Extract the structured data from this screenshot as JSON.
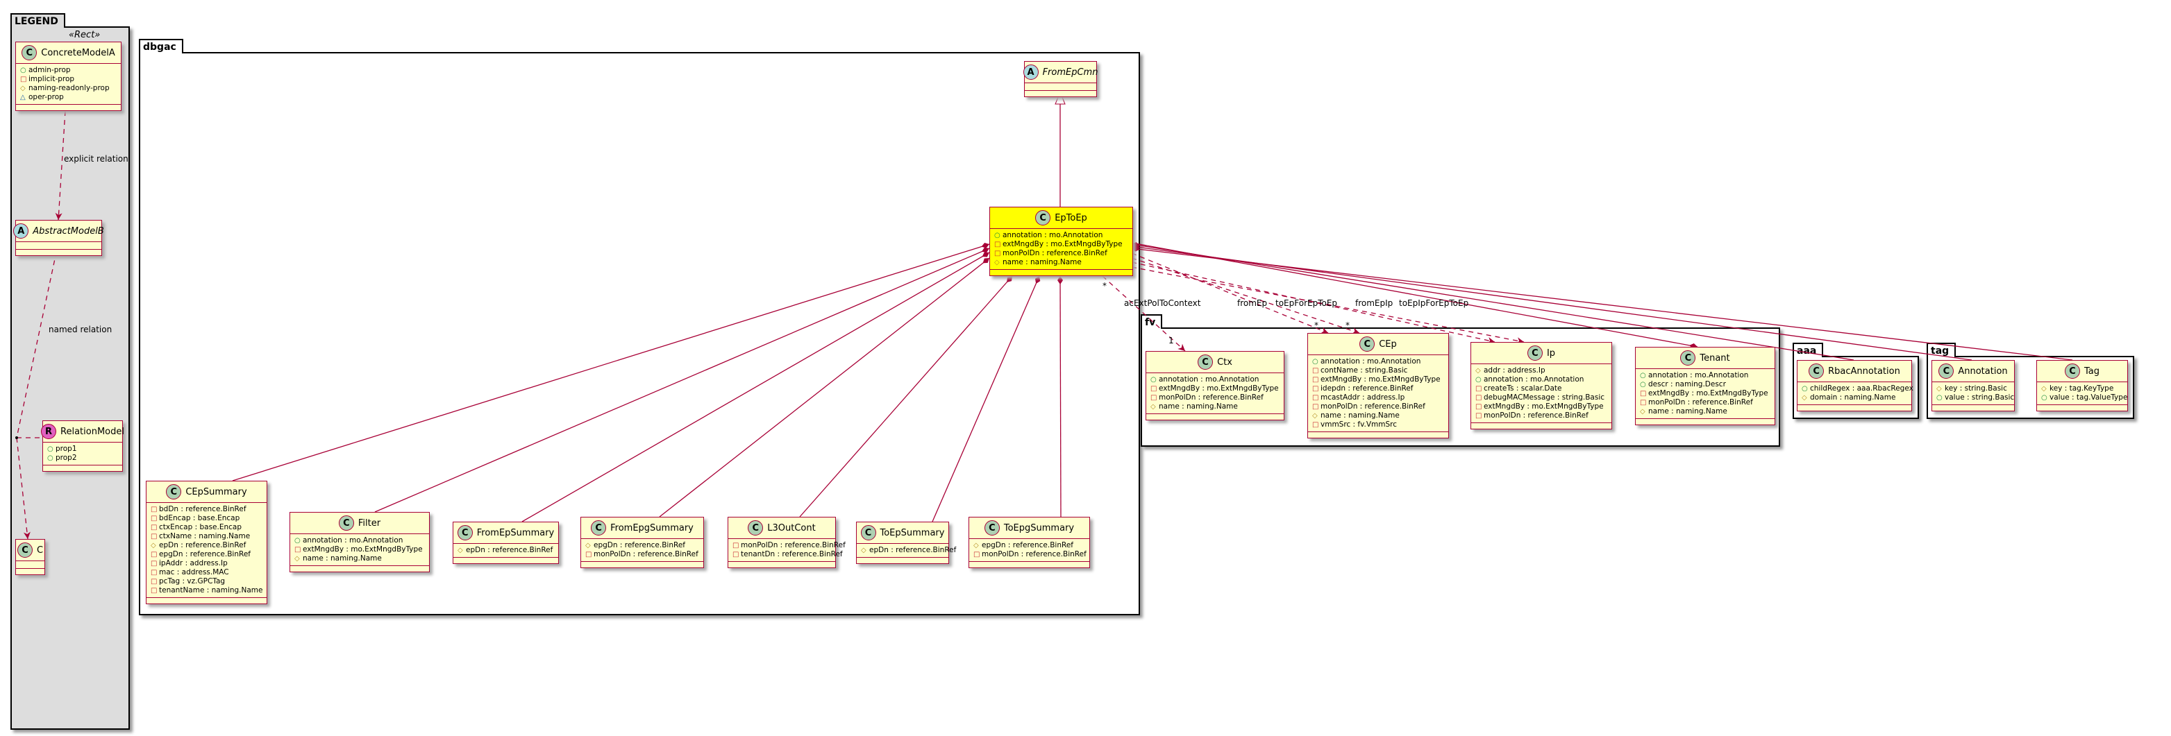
{
  "colors": {
    "class_bg": "#fefece",
    "highlight": "#ffff00",
    "border": "#a80036",
    "legend_bg": "#dddddd"
  },
  "packages": {
    "legend": "LEGEND",
    "dbgac": "dbgac",
    "fv": "fv",
    "aaa": "aaa",
    "tag": "tag"
  },
  "legend": {
    "stereotype": "«Rect»",
    "explicit_relation": "explicit relation",
    "named_relation": "named relation"
  },
  "edge_labels": {
    "ac": "acExtPolToContext",
    "fromEp": "fromEp",
    "toEp": "toEpForEpToEp",
    "fromEpIp": "fromEpIp",
    "toEpIp": "toEpIpForEpToEp",
    "mult_1": "1",
    "mult_star": "*"
  },
  "classes": [
    {
      "id": "concreteA",
      "name": "ConcreteModelA",
      "kind": "C",
      "members": [
        {
          "vis": "+",
          "text": "admin-prop"
        },
        {
          "vis": "-",
          "text": "implicit-prop"
        },
        {
          "vis": "#",
          "text": "naming-readonly-prop"
        },
        {
          "vis": "~",
          "text": "oper-prop"
        }
      ]
    },
    {
      "id": "abstractB",
      "name": "AbstractModelB",
      "kind": "A",
      "members": []
    },
    {
      "id": "relModel",
      "name": "RelationModel",
      "kind": "R",
      "members": [
        {
          "vis": "+",
          "text": "prop1"
        },
        {
          "vis": "+",
          "text": "prop2"
        }
      ]
    },
    {
      "id": "c",
      "name": "C",
      "kind": "C",
      "members": []
    },
    {
      "id": "fromEpCmn",
      "name": "FromEpCmn",
      "kind": "A",
      "members": []
    },
    {
      "id": "epToEp",
      "name": "EpToEp",
      "kind": "C",
      "members": [
        {
          "vis": "+",
          "text": "annotation : mo.Annotation"
        },
        {
          "vis": "-",
          "text": "extMngdBy : mo.ExtMngdByType"
        },
        {
          "vis": "-",
          "text": "monPolDn : reference.BinRef"
        },
        {
          "vis": "#",
          "text": "name : naming.Name"
        }
      ]
    },
    {
      "id": "cEpSummary",
      "name": "CEpSummary",
      "kind": "C",
      "members": [
        {
          "vis": "-",
          "text": "bdDn : reference.BinRef"
        },
        {
          "vis": "-",
          "text": "bdEncap : base.Encap"
        },
        {
          "vis": "-",
          "text": "ctxEncap : base.Encap"
        },
        {
          "vis": "-",
          "text": "ctxName : naming.Name"
        },
        {
          "vis": "#",
          "text": "epDn : reference.BinRef"
        },
        {
          "vis": "-",
          "text": "epgDn : reference.BinRef"
        },
        {
          "vis": "-",
          "text": "ipAddr : address.Ip"
        },
        {
          "vis": "-",
          "text": "mac : address.MAC"
        },
        {
          "vis": "-",
          "text": "pcTag : vz.GPCTag"
        },
        {
          "vis": "-",
          "text": "tenantName : naming.Name"
        }
      ]
    },
    {
      "id": "filter",
      "name": "Filter",
      "kind": "C",
      "members": [
        {
          "vis": "+",
          "text": "annotation : mo.Annotation"
        },
        {
          "vis": "-",
          "text": "extMngdBy : mo.ExtMngdByType"
        },
        {
          "vis": "#",
          "text": "name : naming.Name"
        }
      ]
    },
    {
      "id": "fromEpSummary",
      "name": "FromEpSummary",
      "kind": "C",
      "members": [
        {
          "vis": "#",
          "text": "epDn : reference.BinRef"
        }
      ]
    },
    {
      "id": "fromEpgSummary",
      "name": "FromEpgSummary",
      "kind": "C",
      "members": [
        {
          "vis": "#",
          "text": "epgDn : reference.BinRef"
        },
        {
          "vis": "-",
          "text": "monPolDn : reference.BinRef"
        }
      ]
    },
    {
      "id": "l3OutCont",
      "name": "L3OutCont",
      "kind": "C",
      "members": [
        {
          "vis": "-",
          "text": "monPolDn : reference.BinRef"
        },
        {
          "vis": "-",
          "text": "tenantDn : reference.BinRef"
        }
      ]
    },
    {
      "id": "toEpSummary",
      "name": "ToEpSummary",
      "kind": "C",
      "members": [
        {
          "vis": "#",
          "text": "epDn : reference.BinRef"
        }
      ]
    },
    {
      "id": "toEpgSummary",
      "name": "ToEpgSummary",
      "kind": "C",
      "members": [
        {
          "vis": "#",
          "text": "epgDn : reference.BinRef"
        },
        {
          "vis": "-",
          "text": "monPolDn : reference.BinRef"
        }
      ]
    },
    {
      "id": "ctx",
      "name": "Ctx",
      "kind": "C",
      "members": [
        {
          "vis": "+",
          "text": "annotation : mo.Annotation"
        },
        {
          "vis": "-",
          "text": "extMngdBy : mo.ExtMngdByType"
        },
        {
          "vis": "-",
          "text": "monPolDn : reference.BinRef"
        },
        {
          "vis": "#",
          "text": "name : naming.Name"
        }
      ]
    },
    {
      "id": "cEp",
      "name": "CEp",
      "kind": "C",
      "members": [
        {
          "vis": "+",
          "text": "annotation : mo.Annotation"
        },
        {
          "vis": "-",
          "text": "contName : string.Basic"
        },
        {
          "vis": "-",
          "text": "extMngdBy : mo.ExtMngdByType"
        },
        {
          "vis": "-",
          "text": "idepdn : reference.BinRef"
        },
        {
          "vis": "-",
          "text": "mcastAddr : address.Ip"
        },
        {
          "vis": "-",
          "text": "monPolDn : reference.BinRef"
        },
        {
          "vis": "#",
          "text": "name : naming.Name"
        },
        {
          "vis": "-",
          "text": "vmmSrc : fv.VmmSrc"
        }
      ]
    },
    {
      "id": "ip",
      "name": "Ip",
      "kind": "C",
      "members": [
        {
          "vis": "#",
          "text": "addr : address.Ip"
        },
        {
          "vis": "+",
          "text": "annotation : mo.Annotation"
        },
        {
          "vis": "-",
          "text": "createTs : scalar.Date"
        },
        {
          "vis": "-",
          "text": "debugMACMessage : string.Basic"
        },
        {
          "vis": "-",
          "text": "extMngdBy : mo.ExtMngdByType"
        },
        {
          "vis": "-",
          "text": "monPolDn : reference.BinRef"
        }
      ]
    },
    {
      "id": "tenant",
      "name": "Tenant",
      "kind": "C",
      "members": [
        {
          "vis": "+",
          "text": "annotation : mo.Annotation"
        },
        {
          "vis": "+",
          "text": "descr : naming.Descr"
        },
        {
          "vis": "-",
          "text": "extMngdBy : mo.ExtMngdByType"
        },
        {
          "vis": "-",
          "text": "monPolDn : reference.BinRef"
        },
        {
          "vis": "#",
          "text": "name : naming.Name"
        }
      ]
    },
    {
      "id": "rbac",
      "name": "RbacAnnotation",
      "kind": "C",
      "members": [
        {
          "vis": "+",
          "text": "childRegex : aaa.RbacRegex"
        },
        {
          "vis": "#",
          "text": "domain : naming.Name"
        }
      ]
    },
    {
      "id": "tagAnnotation",
      "name": "Annotation",
      "kind": "C",
      "members": [
        {
          "vis": "#",
          "text": "key : string.Basic"
        },
        {
          "vis": "+",
          "text": "value : string.Basic"
        }
      ]
    },
    {
      "id": "tag",
      "name": "Tag",
      "kind": "C",
      "members": [
        {
          "vis": "#",
          "text": "key : tag.KeyType"
        },
        {
          "vis": "+",
          "text": "value : tag.ValueType"
        }
      ]
    }
  ]
}
